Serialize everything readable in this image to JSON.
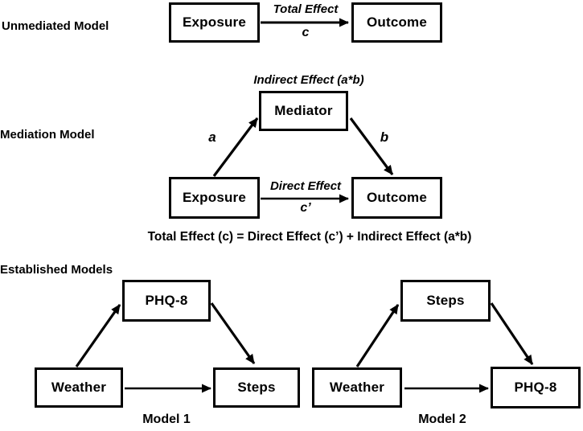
{
  "section_labels": {
    "unmediated": "Unmediated Model",
    "mediation": "Mediation Model",
    "established": "Established Models"
  },
  "unmediated_model": {
    "exposure_box": "Exposure",
    "outcome_box": "Outcome",
    "arrow_label": "Total Effect",
    "arrow_coefficient": "c"
  },
  "mediation_model": {
    "indirect_effect_title": "Indirect Effect (a*b)",
    "mediator_box": "Mediator",
    "exposure_box": "Exposure",
    "outcome_box": "Outcome",
    "path_a_coefficient": "a",
    "path_b_coefficient": "b",
    "direct_effect_label": "Direct Effect",
    "direct_effect_coefficient": "c’",
    "equation": "Total Effect (c) = Direct Effect (c’) + Indirect Effect (a*b)"
  },
  "established_models": {
    "model1": {
      "mediator_box": "PHQ-8",
      "exposure_box": "Weather",
      "outcome_box": "Steps",
      "caption": "Model 1"
    },
    "model2": {
      "mediator_box": "Steps",
      "exposure_box": "Weather",
      "outcome_box": "PHQ-8",
      "caption": "Model 2"
    }
  },
  "colors": {
    "background": "#ffffff",
    "line": "#000000",
    "text": "#000000"
  }
}
